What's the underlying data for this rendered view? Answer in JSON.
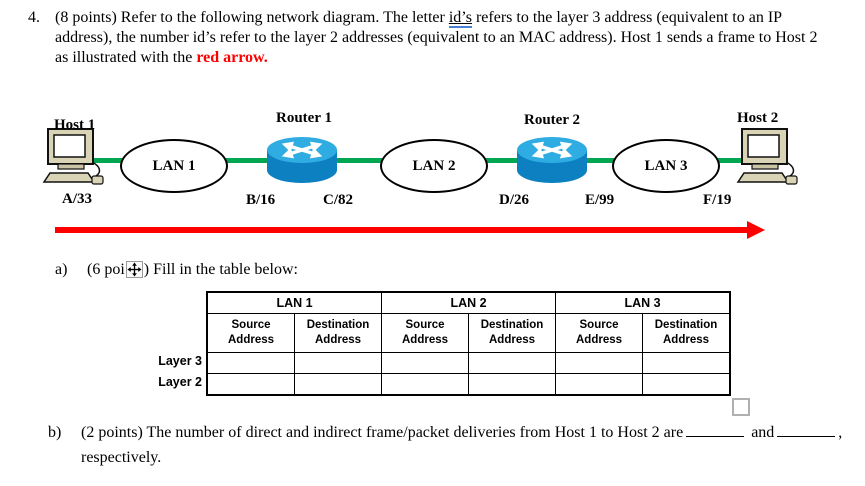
{
  "question": {
    "number": "4.",
    "seg1": "(8 points) Refer to the following network diagram.  The letter ",
    "ids": "id’s",
    "seg2": " refers to the layer 3 address (equivalent to an IP address), the number id’s refer to the layer 2 addresses (equivalent to an MAC address).  Host 1 sends a frame to Host 2 as illustrated with the ",
    "red": "red arrow."
  },
  "diagram": {
    "host1_label": "Host 1",
    "router1_label": "Router 1",
    "router2_label": "Router 2",
    "host2_label": "Host 2",
    "lan1_label": "LAN 1",
    "lan2_label": "LAN 2",
    "lan3_label": "LAN 3",
    "addr_a": "A/33",
    "addr_b": "B/16",
    "addr_c": "C/82",
    "addr_d": "D/26",
    "addr_e": "E/99",
    "addr_f": "F/19",
    "colors": {
      "link_green": "#00A651",
      "router_top": "#2FACE1",
      "router_body": "#0C80C0",
      "arrow_red": "#FF0000",
      "computer_beige": "#D9D4B6"
    },
    "icons": {
      "host": "desktop-computer-icon",
      "router": "router-cylinder-icon",
      "arrow": "red-arrow-right"
    }
  },
  "part_a": {
    "label": "a)",
    "prefix": "(6 poi",
    "suffix": ") Fill in the table below:",
    "move_handle_icon": "table-move-handle-icon"
  },
  "table": {
    "groups": [
      {
        "label": "LAN 1"
      },
      {
        "label": "LAN 2"
      },
      {
        "label": "LAN 3"
      }
    ],
    "columns": [
      {
        "l1": "Source",
        "l2": "Address"
      },
      {
        "l1": "Destination",
        "l2": "Address"
      },
      {
        "l1": "Source",
        "l2": "Address"
      },
      {
        "l1": "Destination",
        "l2": "Address"
      },
      {
        "l1": "Source",
        "l2": "Address"
      },
      {
        "l1": "Destination",
        "l2": "Address"
      }
    ],
    "rows": [
      {
        "label": "Layer 3"
      },
      {
        "label": "Layer 2"
      }
    ],
    "cells": [
      [
        "",
        "",
        "",
        "",
        "",
        ""
      ],
      [
        "",
        "",
        "",
        "",
        "",
        ""
      ]
    ],
    "resize_handle_icon": "table-resize-handle-icon"
  },
  "part_b": {
    "label": "b)",
    "line1": "(2 points) The number of direct and indirect frame/packet deliveries from Host 1 to Host 2 are",
    "blank1": "",
    "and_word": "and",
    "blank2": "",
    "suffix": ", respectively."
  }
}
